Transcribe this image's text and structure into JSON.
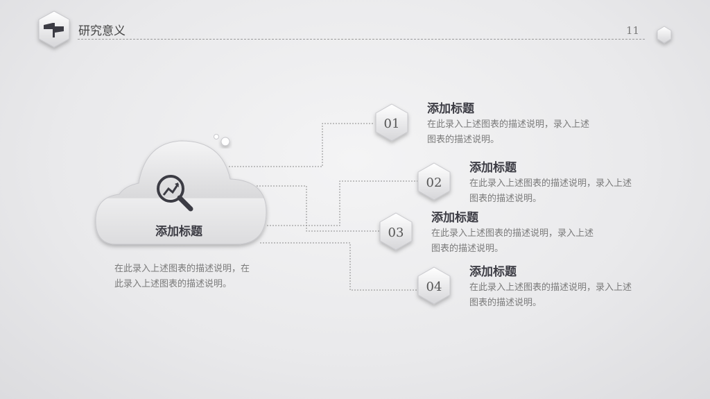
{
  "header": {
    "title": "研究意义",
    "page_number": "11",
    "icon": "signpost-icon",
    "corner_icon": "hexagon-decoration-icon"
  },
  "cloud": {
    "title": "添加标题",
    "description": "在此录入上述图表的描述说明，在此录入上述图表的描述说明。",
    "icon": "search-trend-icon"
  },
  "items": [
    {
      "number": "01",
      "title": "添加标题",
      "description": "在此录入上述图表的描述说明，录入上述图表的描述说明。"
    },
    {
      "number": "02",
      "title": "添加标题",
      "description": "在此录入上述图表的描述说明，录入上述图表的描述说明。"
    },
    {
      "number": "03",
      "title": "添加标题",
      "description": "在此录入上述图表的描述说明，录入上述图表的描述说明。"
    },
    {
      "number": "04",
      "title": "添加标题",
      "description": "在此录入上述图表的描述说明，录入上述图表的描述说明。"
    }
  ],
  "colors": {
    "accent": "#3c3c44",
    "text": "#7a7a7a",
    "connector": "#8a8a8a"
  }
}
